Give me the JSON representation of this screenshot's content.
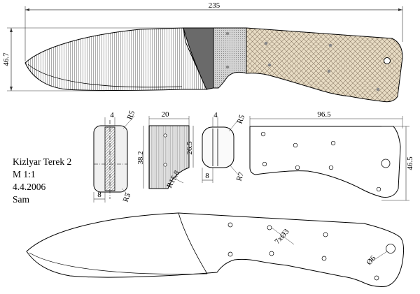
{
  "title_block": {
    "name": "Kizlyar Terek 2",
    "scale": "M 1:1",
    "date": "4.4.2006",
    "author": "Sam"
  },
  "dimensions": {
    "overall_length": "235",
    "blade_height": "46.7",
    "bolster_thickness": "4",
    "bolster_radius_top": "R5",
    "bolster_radius_bottom": "R5",
    "bolster_width": "8",
    "bolster_side_width": "20",
    "bolster_height": "38.2",
    "bolster_inner_height": "26.5",
    "bolster_curve": "R15.8",
    "scale_thickness": "4",
    "scale_radius_top": "R5",
    "scale_width": "8",
    "scale_radius_bottom": "R7",
    "handle_length": "96.5",
    "handle_height": "46.5",
    "pin_holes": "7xØ3",
    "lanyard_hole": "Ø6"
  },
  "colors": {
    "line": "#000000",
    "bolster_dark": "#666666",
    "scale_fill": "#e8dcc4",
    "bolster_light": "#d0d0d0",
    "dim_line": "#333333"
  }
}
